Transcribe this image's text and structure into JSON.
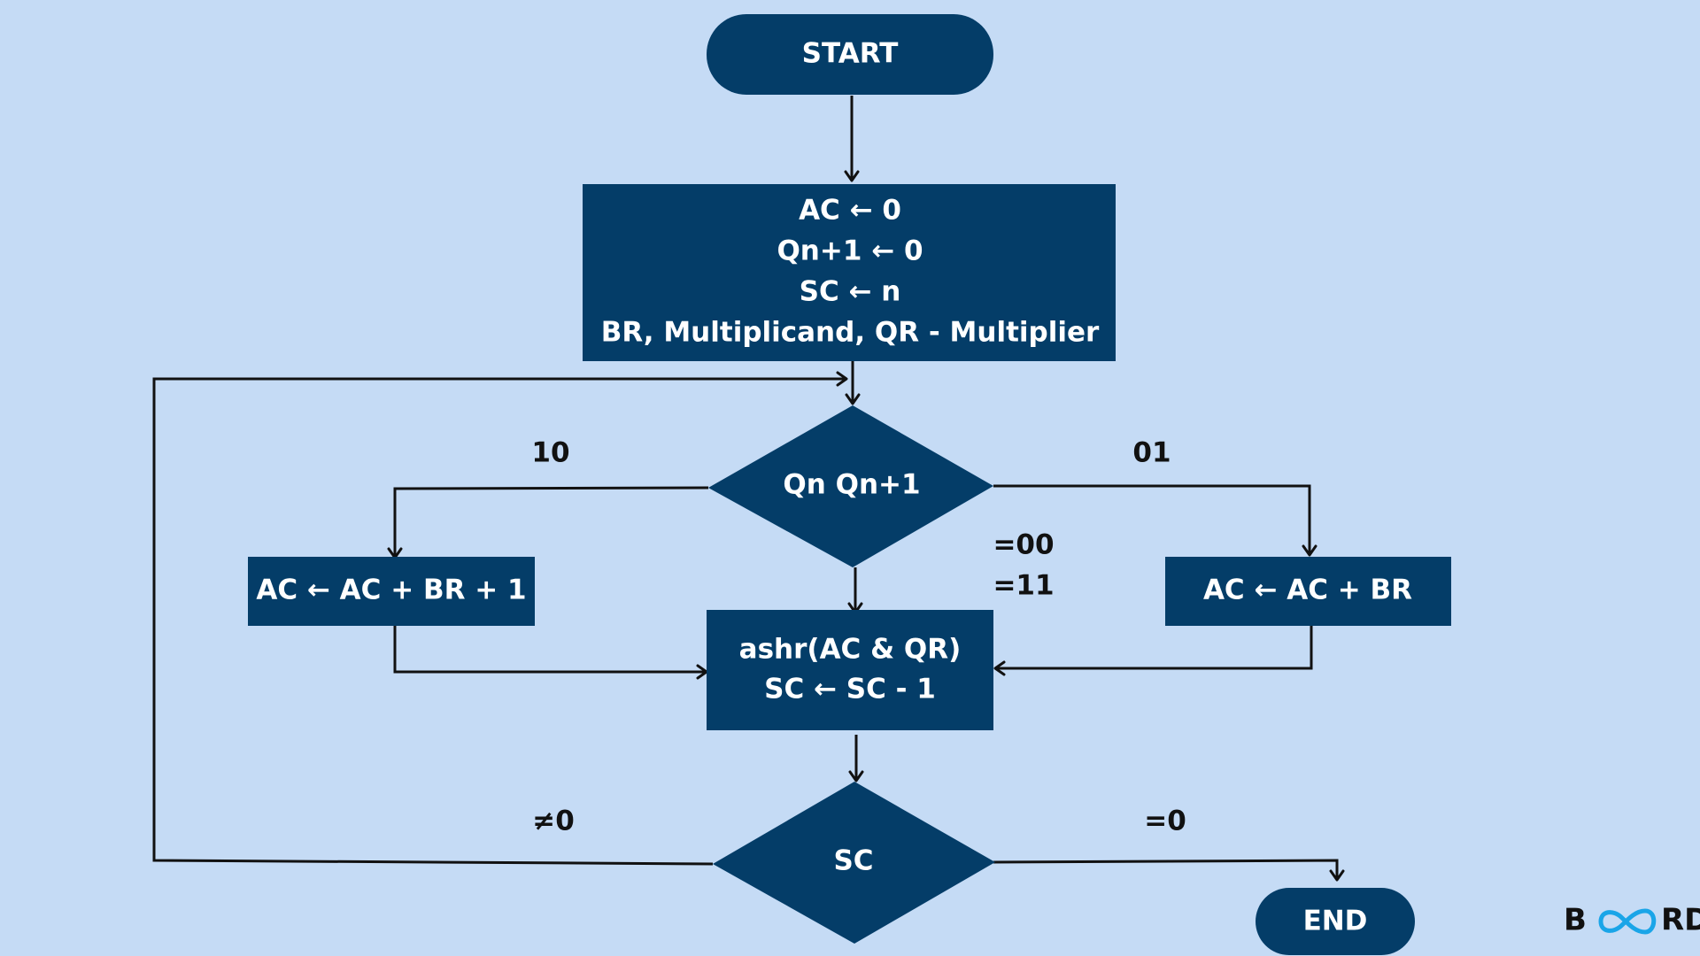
{
  "nodes": {
    "start": {
      "label": "START"
    },
    "init": {
      "lines": [
        "AC  ← 0",
        "Qn+1  ← 0",
        "SC ← n",
        "BR, Multiplicand, QR - Multiplier"
      ]
    },
    "decision_q": {
      "label": "Qn Qn+1"
    },
    "sub": {
      "label": "AC ← AC + BR + 1"
    },
    "add": {
      "label": "AC ← AC + BR"
    },
    "shift": {
      "lines": [
        "ashr(AC & QR)",
        "SC ← SC - 1"
      ]
    },
    "decision_sc": {
      "label": "SC"
    },
    "end": {
      "label": "END"
    }
  },
  "edge_labels": {
    "ten": "10",
    "zero_one": "01",
    "eq_00": "=00",
    "eq_11": "=11",
    "not_zero": "≠0",
    "eq_0": "=0"
  },
  "logo": {
    "text": "BOARD",
    "left": "B",
    "right": "RD"
  },
  "colors": {
    "background": "#c5dbf5",
    "node_fill": "#043d68",
    "node_text": "#ffffff",
    "edge": "#111111",
    "logo_accent": "#1aa5e8"
  }
}
